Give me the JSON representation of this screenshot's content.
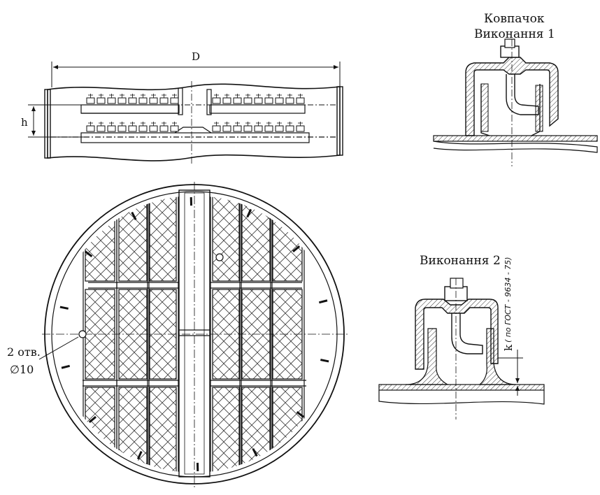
{
  "drawing": {
    "side_view": {
      "dimension_D": "D",
      "dimension_h": "h"
    },
    "cap_variant_1": {
      "title_line1": "Ковпачок",
      "title_line2": "Виконання 1"
    },
    "cap_variant_2": {
      "title": "Виконання 2",
      "dimension_k": "k",
      "standard_note": "( по ГОСТ - 9634 - 75)"
    },
    "plan_view": {
      "holes_count": "2 отв.",
      "holes_diameter": "∅10"
    },
    "colors": {
      "line": "#111111",
      "background": "#ffffff",
      "hatch": "#444444"
    }
  }
}
